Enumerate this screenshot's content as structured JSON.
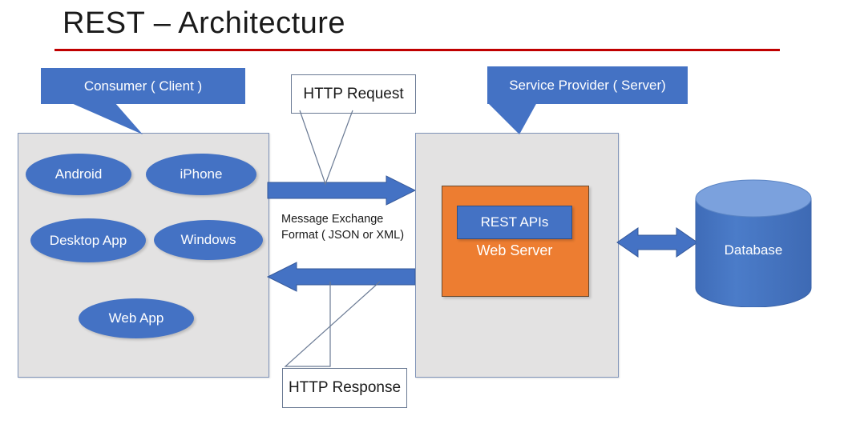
{
  "title": {
    "text": "REST – Architecture",
    "rule_color": "#c00000"
  },
  "colors": {
    "accent_blue": "#4472c4",
    "orange": "#ed7d31",
    "panel_gray": "#e3e2e2",
    "panel_border": "#7f93b8",
    "db_top": "#7ba1dd",
    "red_rule": "#c00000"
  },
  "client": {
    "callout_label": "Consumer ( Client )",
    "clients": [
      {
        "label": "Android"
      },
      {
        "label": "iPhone"
      },
      {
        "label": "Desktop App"
      },
      {
        "label": "Windows"
      },
      {
        "label": "Web App"
      }
    ]
  },
  "middle": {
    "http_request_label": "HTTP Request",
    "http_response_label": "HTTP Response",
    "message_format_line1": "Message Exchange",
    "message_format_line2": "Format ( JSON or XML)",
    "request_arrow_direction": "right",
    "response_arrow_direction": "left"
  },
  "server": {
    "callout_label": "Service Provider ( Server)",
    "web_server_label": "Web Server",
    "rest_apis_label": "REST APIs"
  },
  "database": {
    "label": "Database",
    "link_arrow_direction": "bidirectional"
  }
}
